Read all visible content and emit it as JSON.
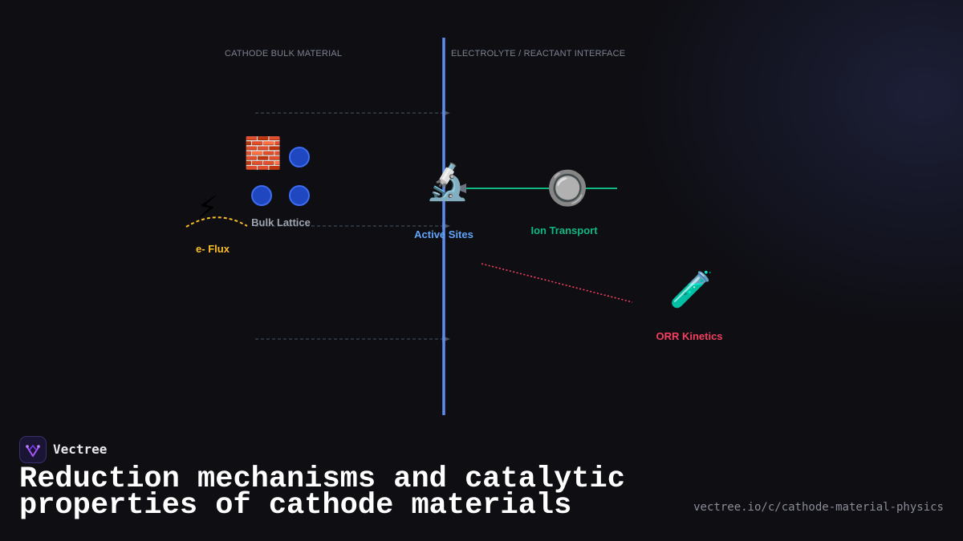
{
  "diagram": {
    "left_heading": "CATHODE BULK MATERIAL",
    "right_heading": "ELECTROLYTE / REACTANT INTERFACE",
    "nodes": {
      "e_flux": {
        "label": "e- Flux",
        "icon": "⚡",
        "icon_name": "lightning-icon",
        "color": "#fbbf24"
      },
      "bulk_lattice": {
        "label": "Bulk Lattice",
        "icon": "🧱",
        "icon_name": "brick-icon",
        "color": "#9ca3af"
      },
      "active_sites": {
        "label": "Active Sites",
        "icon": "🔬",
        "icon_name": "microscope-icon",
        "color": "#60a5fa"
      },
      "ion_transport": {
        "label": "Ion Transport",
        "icon": "🔘",
        "icon_name": "radio-button-icon",
        "color": "#10b981"
      },
      "orr_kinetics": {
        "label": "ORR Kinetics",
        "icon": "🧪",
        "icon_name": "test-tube-icon",
        "color": "#f43f5e"
      }
    },
    "colors": {
      "interface_line": "#5b8def",
      "guide": "#4b5563"
    }
  },
  "footer": {
    "brand": "Vectree",
    "title_line1": "Reduction mechanisms and catalytic",
    "title_line2": "properties of cathode materials",
    "url": "vectree.io/c/cathode-material-physics"
  }
}
